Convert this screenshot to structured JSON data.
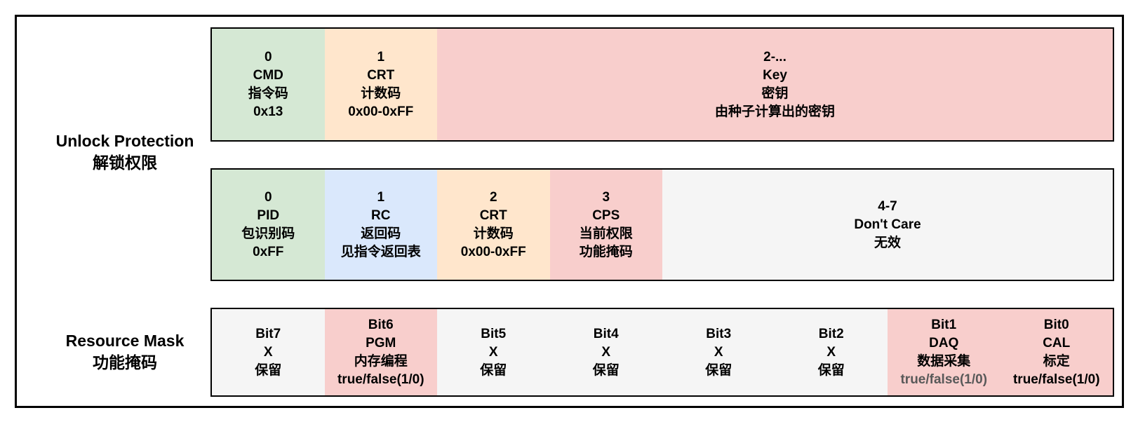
{
  "colors": {
    "green": "#d5e8d4",
    "blue": "#dae8fc",
    "orange": "#ffe6cc",
    "pink": "#f8cecc",
    "gray": "#f5f5f5",
    "border": "#000000",
    "muted_text": "#595959"
  },
  "left_labels": [
    {
      "en": "Unlock Protection",
      "zh": "解锁权限"
    },
    {
      "en": "Resource Mask",
      "zh": "功能掩码"
    }
  ],
  "rows": [
    {
      "id": "unlock-request-bytes",
      "cells": [
        {
          "color": "green",
          "units": 1,
          "lines": [
            "0",
            "CMD",
            "指令码",
            "0x13"
          ]
        },
        {
          "color": "orange",
          "units": 1,
          "lines": [
            "1",
            "CRT",
            "计数码",
            "0x00-0xFF"
          ]
        },
        {
          "color": "pink",
          "units": 6,
          "lines": [
            "2-...",
            "Key",
            "密钥",
            "由种子计算出的密钥"
          ]
        }
      ]
    },
    {
      "id": "unlock-response-bytes",
      "cells": [
        {
          "color": "green",
          "units": 1,
          "lines": [
            "0",
            "PID",
            "包识别码",
            "0xFF"
          ]
        },
        {
          "color": "blue",
          "units": 1,
          "lines": [
            "1",
            "RC",
            "返回码",
            "见指令返回表"
          ]
        },
        {
          "color": "orange",
          "units": 1,
          "lines": [
            "2",
            "CRT",
            "计数码",
            "0x00-0xFF"
          ]
        },
        {
          "color": "pink",
          "units": 1,
          "lines": [
            "3",
            "CPS",
            "当前权限",
            "功能掩码"
          ]
        },
        {
          "color": "gray",
          "units": 4,
          "lines": [
            "4-7",
            "Don't Care",
            "无效"
          ]
        }
      ]
    },
    {
      "id": "resource-mask-bits",
      "cells": [
        {
          "color": "gray",
          "units": 1,
          "lines": [
            "Bit7",
            "X",
            "保留"
          ]
        },
        {
          "color": "pink",
          "units": 1,
          "lines": [
            "Bit6",
            "PGM",
            "内存编程",
            "true/false(1/0)"
          ]
        },
        {
          "color": "gray",
          "units": 1,
          "lines": [
            "Bit5",
            "X",
            "保留"
          ]
        },
        {
          "color": "gray",
          "units": 1,
          "lines": [
            "Bit4",
            "X",
            "保留"
          ]
        },
        {
          "color": "gray",
          "units": 1,
          "lines": [
            "Bit3",
            "X",
            "保留"
          ]
        },
        {
          "color": "gray",
          "units": 1,
          "lines": [
            "Bit2",
            "X",
            "保留"
          ]
        },
        {
          "color": "pink",
          "units": 1,
          "lines": [
            "Bit1",
            "DAQ",
            "数据采集",
            "true/false(1/0)"
          ],
          "muted_lines": [
            3
          ]
        },
        {
          "color": "pink",
          "units": 1,
          "lines": [
            "Bit0",
            "CAL",
            "标定",
            "true/false(1/0)"
          ]
        }
      ]
    }
  ]
}
